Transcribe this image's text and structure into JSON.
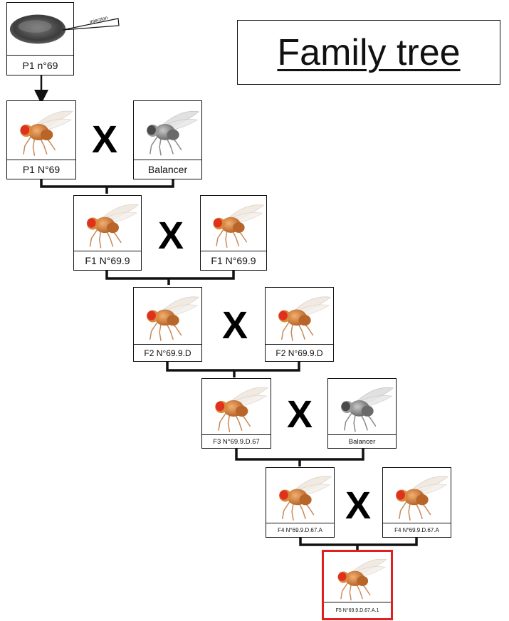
{
  "title": "Family tree",
  "cross_symbol": "X",
  "embryo": {
    "label": "P1 n°69",
    "annotation": "injection"
  },
  "generations": [
    {
      "left": {
        "label": "P1 N°69",
        "image": "fly-icon"
      },
      "right": {
        "label": "Balancer",
        "image": "balancer-fly-icon"
      }
    },
    {
      "left": {
        "label": "F1 N°69.9",
        "image": "fly-icon"
      },
      "right": {
        "label": "F1 N°69.9",
        "image": "fly-icon"
      }
    },
    {
      "left": {
        "label": "F2 N°69.9.D",
        "image": "fly-icon"
      },
      "right": {
        "label": "F2 N°69.9.D",
        "image": "fly-icon"
      }
    },
    {
      "left": {
        "label": "F3 N°69.9.D.67",
        "image": "fly-icon"
      },
      "right": {
        "label": "Balancer",
        "image": "balancer-fly-icon"
      }
    },
    {
      "left": {
        "label": "F4 N°69.9.D.67.A",
        "image": "fly-icon"
      },
      "right": {
        "label": "F4 N°69.9.D.67.A",
        "image": "fly-icon"
      }
    }
  ],
  "final": {
    "label": "F5 N°69.9.D.67.A.1",
    "image": "fly-icon"
  },
  "colors": {
    "highlight": "#e02020",
    "line": "#111111"
  }
}
